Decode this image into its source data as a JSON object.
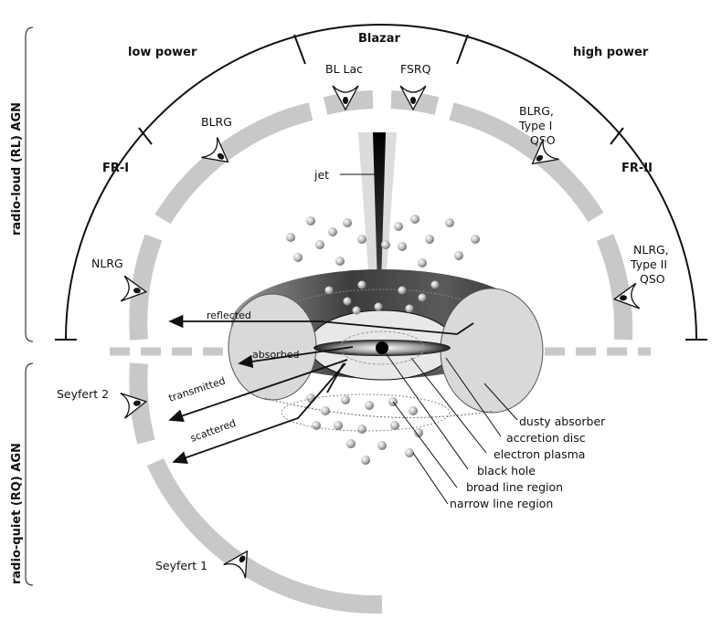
{
  "side_labels": {
    "radio_loud": "radio-loud (RL) AGN",
    "radio_quiet": "radio-quiet (RQ) AGN"
  },
  "power": {
    "low": "low power",
    "high": "high power",
    "blazar": "Blazar"
  },
  "classes": {
    "bl_lac": "BL Lac",
    "fsrq": "FSRQ",
    "blrg_left": "BLRG",
    "blrg_right_1": "BLRG,",
    "blrg_right_2": "Type I",
    "blrg_right_3": "QSO",
    "fr1": "FR-I",
    "fr2": "FR-II",
    "nlrg_left": "NLRG",
    "nlrg_right_1": "NLRG,",
    "nlrg_right_2": "Type II",
    "nlrg_right_3": "QSO",
    "seyfert2": "Seyfert 2",
    "seyfert1": "Seyfert 1"
  },
  "rays": {
    "jet": "jet",
    "reflected": "reflected",
    "absorbed": "absorbed",
    "transmitted": "transmitted",
    "scattered": "scattered"
  },
  "components": [
    "dusty absorber",
    "accretion disc",
    "electron plasma",
    "black hole",
    "broad line region",
    "narrow line region"
  ],
  "colors": {
    "ring": "#c8c8c8",
    "torus_dark": "#4a4a4a",
    "torus_light": "#d9d9d9",
    "ink": "#111111"
  }
}
